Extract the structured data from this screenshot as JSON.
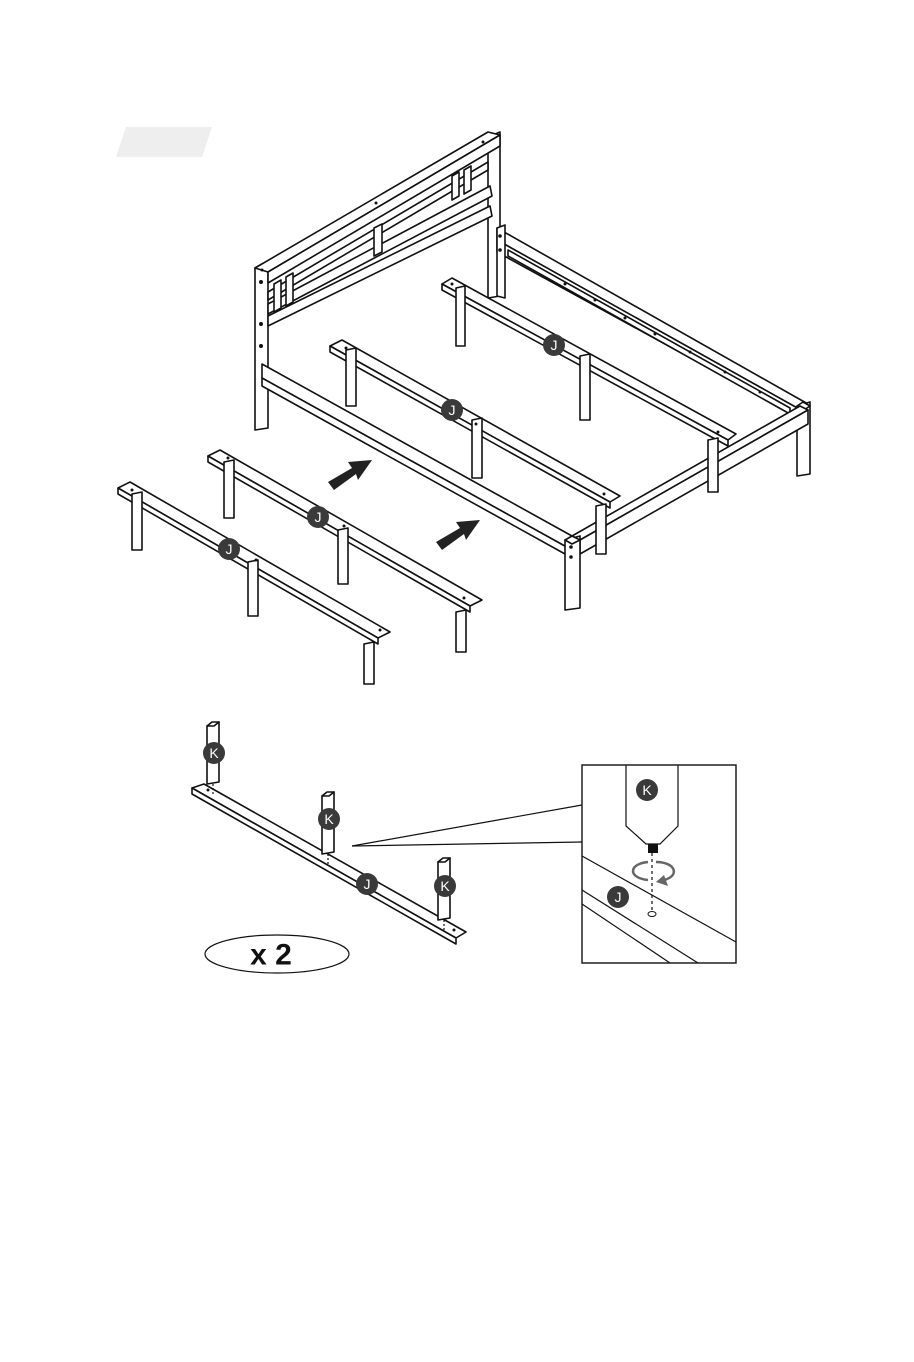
{
  "part_labels": {
    "slat": "J",
    "leg": "K"
  },
  "quantity_label": "x 2",
  "colors": {
    "line": "#111111",
    "badge": "#3a3a3a",
    "step_tab": "#eeeeee",
    "arrow": "#222222"
  },
  "icons": {
    "direction": "arrow-icon",
    "rotate": "rotate-clockwise-icon"
  }
}
